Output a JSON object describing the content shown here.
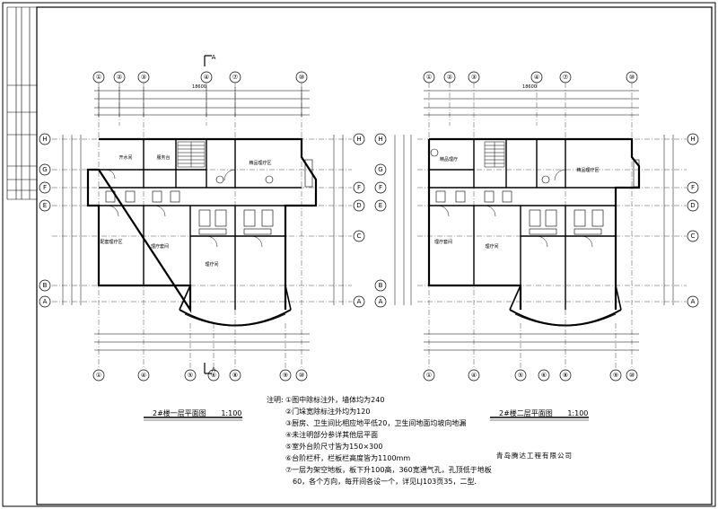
{
  "plans": [
    {
      "title": "2#楼一层平面图",
      "scale": "1:100",
      "grid_top": [
        "①",
        "②",
        "③",
        "④",
        "⑦",
        "⑩"
      ],
      "grid_bottom": [
        "①",
        "④",
        "⑤",
        "⑥",
        "⑧",
        "⑨",
        "⑩"
      ],
      "grid_side": [
        "H",
        "G",
        "F",
        "E",
        "D",
        "C",
        "B",
        "A"
      ],
      "overall_dim": "18600",
      "rooms": [
        "开水间",
        "服务台",
        "精品理疗区",
        "配套理疗区",
        "理疗套间",
        "理疗间"
      ],
      "section_mark": "A"
    },
    {
      "title": "2#楼二层平面图",
      "scale": "1:100",
      "grid_top": [
        "①",
        "②",
        "③",
        "④",
        "⑦",
        "⑩"
      ],
      "grid_bottom": [
        "①",
        "④",
        "⑤",
        "⑥",
        "⑧",
        "⑨",
        "⑩"
      ],
      "grid_side": [
        "H",
        "G",
        "F",
        "E",
        "D",
        "C",
        "B",
        "A"
      ],
      "overall_dim": "18600",
      "rooms": [
        "精品理疗",
        "精品理疗区",
        "理疗套间",
        "理疗间"
      ]
    }
  ],
  "notes": {
    "heading": "注明:",
    "items": [
      "①图中除标注外，墙体均为240",
      "②门垛宽除标注外均为120",
      "③厨房、卫生间比相应地平低20，卫生间地面均坡向地漏",
      "④未注明部分参详其他层平面",
      "⑤室外台阶尺寸皆为150×300",
      "⑥台阶栏杆，栏板栏高度皆为1100mm",
      "⑦一层为架空地板，板下升100高，360宽通气孔，孔顶低于地板",
      "60，各个方向，每开间各设一个，详见LJ103页35，二型."
    ]
  },
  "company": "青岛腾达工程有限公司"
}
